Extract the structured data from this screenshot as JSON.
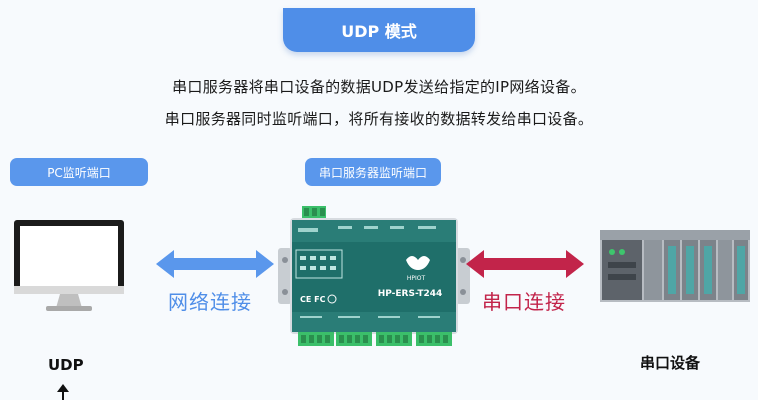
{
  "banner": {
    "title": "UDP 模式"
  },
  "description": {
    "line1": "串口服务器将串口设备的数据UDP发送给指定的IP网络设备。",
    "line2": "串口服务器同时监听端口，将所有接收的数据转发给串口设备。"
  },
  "labels": {
    "pc_port": "PC监听端口",
    "server_port": "串口服务器监听端口",
    "network_link": "网络连接",
    "serial_link": "串口连接",
    "udp": "UDP",
    "serial_device": "串口设备"
  },
  "device": {
    "brand": "HPIOT",
    "model": "HP-ERS-T244",
    "marks": "CE FC"
  },
  "colors": {
    "accent_blue": "#4f8ee8",
    "accent_red": "#c2244a",
    "device_teal": "#1f6f6a",
    "terminal_green": "#3bbf6a"
  },
  "icons": {
    "pc": "monitor-icon",
    "server": "serial-server-device-icon",
    "plc": "plc-rack-icon",
    "left_arrow": "double-arrow-icon",
    "right_arrow": "double-arrow-icon"
  }
}
